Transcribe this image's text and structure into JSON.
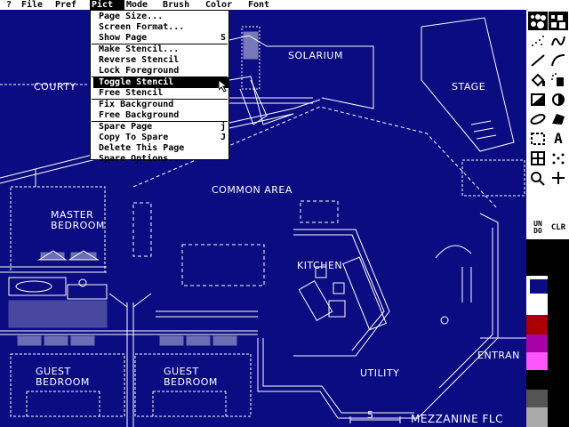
{
  "menubar": {
    "items": [
      "?",
      "File",
      "Pref",
      "Pict",
      "Mode",
      "Brush",
      "Color",
      "Font"
    ],
    "active": "Pict"
  },
  "pict_menu": {
    "items": [
      {
        "label": "Page Size...",
        "shortcut": ""
      },
      {
        "label": "Screen Format...",
        "shortcut": ""
      },
      {
        "label": "Show Page",
        "shortcut": "S"
      },
      {
        "label": "Make Stencil...",
        "shortcut": ""
      },
      {
        "label": "Reverse Stencil",
        "shortcut": ""
      },
      {
        "label": "Lock Foreground",
        "shortcut": ""
      },
      {
        "label": "Toggle Stencil",
        "shortcut": ""
      },
      {
        "label": "Free Stencil",
        "shortcut": ""
      },
      {
        "label": "Fix Background",
        "shortcut": ""
      },
      {
        "label": "Free Background",
        "shortcut": ""
      },
      {
        "label": "Spare Page",
        "shortcut": "j"
      },
      {
        "label": "Copy To Spare",
        "shortcut": "J"
      },
      {
        "label": "Delete This Page",
        "shortcut": ""
      },
      {
        "label": "Spare Options...",
        "shortcut": ""
      }
    ],
    "highlighted": "Toggle Stencil"
  },
  "drawing": {
    "labels": {
      "courtyard": "COURTY",
      "solarium": "SOLARIUM",
      "stage": "STAGE",
      "common_area": "COMMON AREA",
      "master_bedroom_1": "MASTER",
      "master_bedroom_2": "BEDROOM",
      "kitchen": "KITCHEN",
      "guest1_1": "GUEST",
      "guest1_2": "BEDROOM",
      "guest2_1": "GUEST",
      "guest2_2": "BEDROOM",
      "utility": "UTILITY",
      "entrance": "ENTRAN",
      "scale": "5",
      "floor": "MEZZANINE FLC"
    },
    "colors": {
      "blueprint": "#0b0b82",
      "line": "#ffffff"
    }
  },
  "toolbox": {
    "tools": [
      "brush-dots",
      "freehand",
      "straight-line",
      "curve",
      "fill",
      "airbrush",
      "rectangle",
      "circle",
      "ellipse",
      "polygon",
      "brush-select",
      "text",
      "grid",
      "symmetry",
      "magnify",
      "zoom-in"
    ],
    "undo_label": "UN DO",
    "clr_label": "CLR"
  },
  "palette": {
    "colors": [
      "#0b0b82",
      "#000000",
      "#ffffff",
      "#000000",
      "#aa0000",
      "#000000",
      "#aa00aa",
      "#000000",
      "#ff55ff",
      "#000000",
      "#000000",
      "#000000",
      "#555555",
      "#000000",
      "#aaaaaa",
      "#000000"
    ],
    "selected": "#0b0b82"
  }
}
